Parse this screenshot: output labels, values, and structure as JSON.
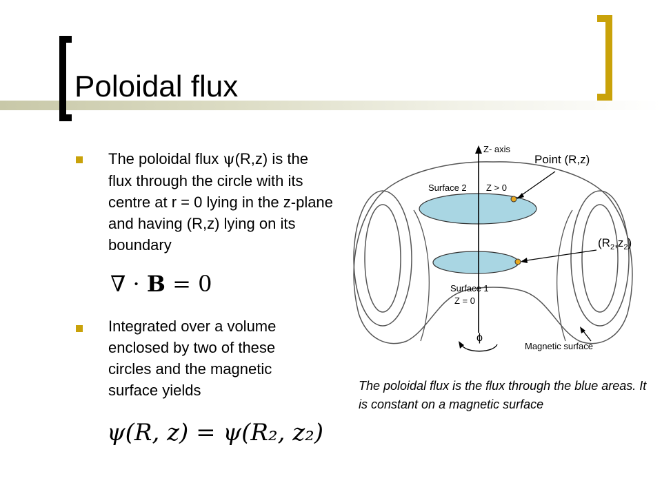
{
  "slide": {
    "title": "Poloidal flux",
    "bullet1": {
      "pre": "The poloidal flux ",
      "symbol": "ψ",
      "post": "(R,z) is the flux through the circle with its centre at r = 0 lying in the z-plane and having (R,z) lying on its boundary"
    },
    "equation1": {
      "nabla": "∇",
      "dot": " · ",
      "B": "B",
      "rest": " = 0"
    },
    "bullet2": "Integrated over a volume enclosed by two of these circles and the magnetic surface yields",
    "equation2": "ψ(R, z) = ψ(R₂, z₂)",
    "caption": "The poloidal flux is the flux through the blue areas. It is constant on a magnetic surface"
  },
  "diagram": {
    "z_axis": "Z- axis",
    "point_label": "Point (R,z)",
    "r2z2_label": {
      "open": "(R",
      "sub1": "2",
      "comma": ",z",
      "sub2": "2",
      "close": ")"
    },
    "surface2": "Surface 2",
    "z_gt0": "Z > 0",
    "surface1": "Surface 1",
    "z_eq0": "Z = 0",
    "phi": "ϕ",
    "magnetic_surface": "Magnetic surface",
    "colors": {
      "disk_fill": "#a9d6e3",
      "point_fill": "#e8a820",
      "accent": "#c9a20a"
    }
  }
}
